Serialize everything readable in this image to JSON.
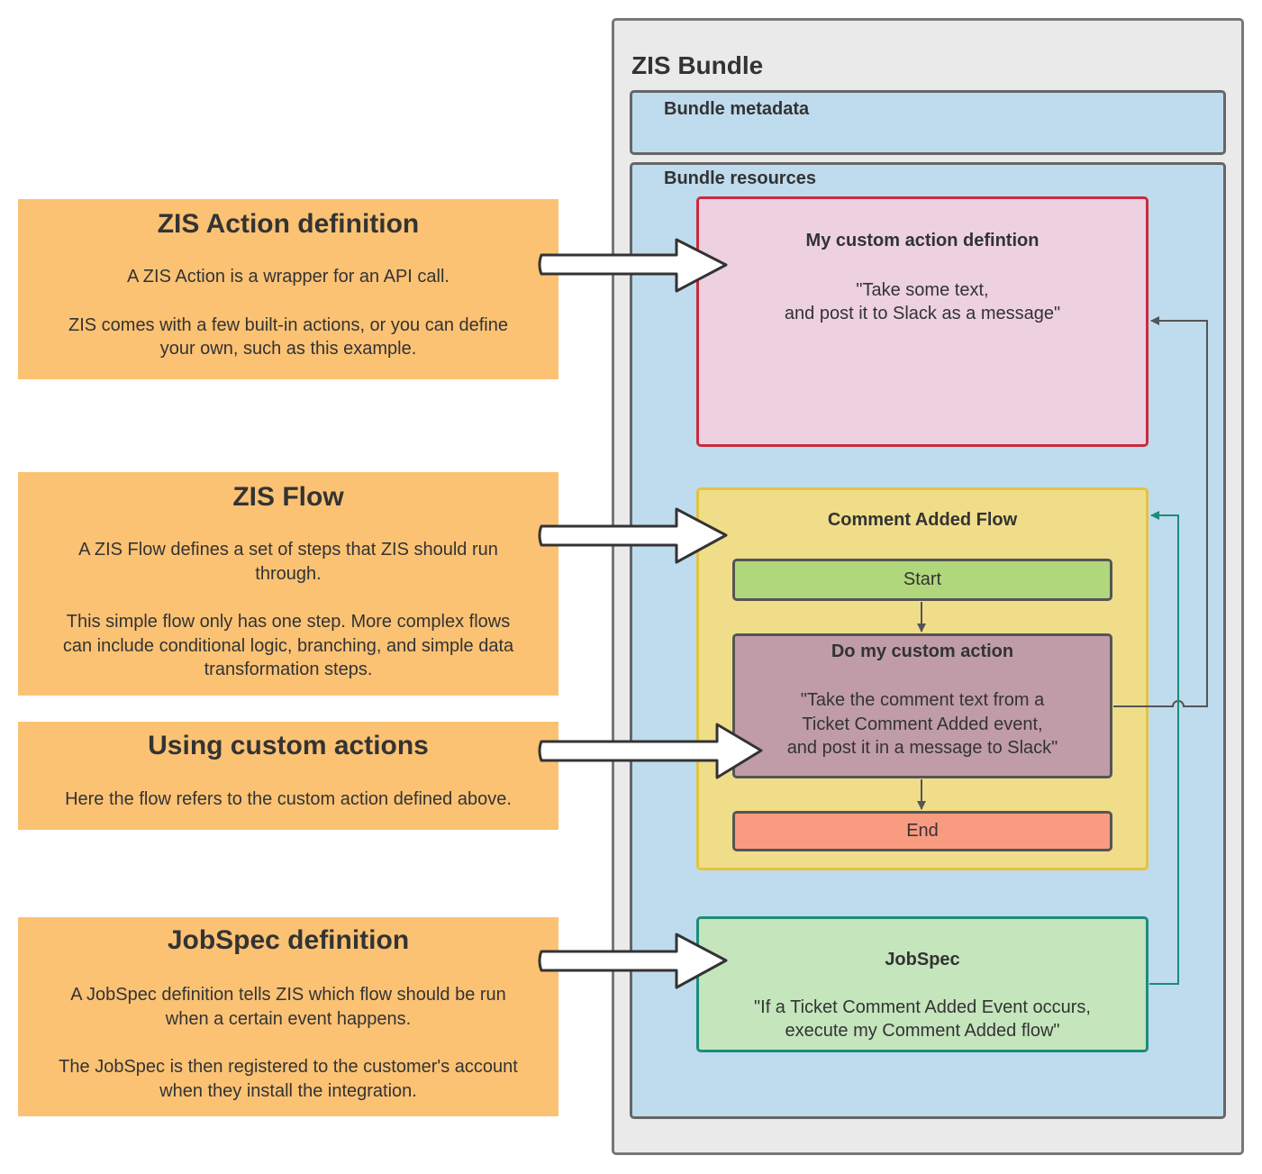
{
  "notes": {
    "action": {
      "title": "ZIS Action definition",
      "lines": [
        "A ZIS Action is a wrapper for an API call.",
        "ZIS comes with a few built-in actions, or you can define",
        "your own, such as this example."
      ]
    },
    "flow": {
      "title": "ZIS Flow",
      "lines": [
        "A ZIS Flow defines a set of steps that ZIS should run",
        "through.",
        "This simple flow only has one step. More complex flows",
        "can include conditional logic, branching, and simple data",
        "transformation steps."
      ]
    },
    "custom": {
      "title": "Using custom actions",
      "lines": [
        "Here the flow refers to the custom action defined above."
      ]
    },
    "jobspec": {
      "title": "JobSpec definition",
      "lines": [
        "A JobSpec definition tells ZIS which flow should be run",
        "when a certain event happens.",
        "The JobSpec is then registered to the customer's account",
        "when they install the integration."
      ]
    }
  },
  "bundle": {
    "title": "ZIS Bundle",
    "metadata_label": "Bundle metadata",
    "resources_label": "Bundle resources",
    "action_def": {
      "title": "My custom action defintion",
      "lines": [
        "\"Take some text,",
        "and post it to Slack as a message\""
      ]
    },
    "flow": {
      "title": "Comment Added Flow",
      "start_label": "Start",
      "step": {
        "title": "Do my custom action",
        "lines": [
          "\"Take the comment text from a",
          "Ticket Comment Added event,",
          "and post it in a message to Slack\""
        ]
      },
      "end_label": "End"
    },
    "jobspec": {
      "title": "JobSpec",
      "lines": [
        "\"If a Ticket Comment Added Event occurs,",
        "execute my Comment Added flow\""
      ]
    }
  },
  "colors": {
    "note_fill": "#fbc274",
    "bundle_fill": "#eaeaea",
    "resources_fill": "#bfdbee",
    "action_fill": "#edd1e1",
    "action_border": "#cc2a3e",
    "flow_fill": "#f0dd8a",
    "flow_border": "#e5c33e",
    "start_fill": "#b1d77c",
    "step_fill": "#c09ca9",
    "end_fill": "#f99b80",
    "jobspec_fill": "#c5e5bd",
    "jobspec_border": "#1c8c78"
  }
}
